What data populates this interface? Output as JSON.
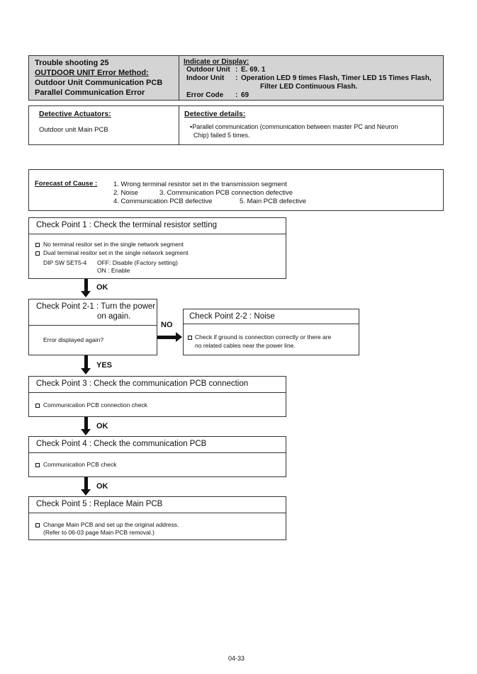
{
  "header": {
    "line1": "Trouble shooting  25",
    "line2": "OUTDOOR UNIT Error Method:",
    "line3": "Outdoor Unit Communication PCB",
    "line4": "Parallel Communication Error",
    "indicate_title": "Indicate or Display:",
    "outdoor_label": "Outdoor Unit",
    "outdoor_sep": ":",
    "outdoor_value": "E. 69. 1",
    "indoor_label": "Indoor Unit",
    "indoor_sep": ":",
    "indoor_value1": "Operation LED 9 times Flash, Timer LED 15 Times Flash,",
    "indoor_value2": "Filter LED Continuous Flash.",
    "error_label": "Error Code",
    "error_sep": ":",
    "error_value": "69"
  },
  "detective": {
    "actuators_title": "Detective Actuators:",
    "actuators_value": "Outdoor unit Main PCB",
    "details_title": "Detective details:",
    "details_line1": "▪Parallel communication (communication between master PC and Neuron",
    "details_line2": "Chip) failed 5 times."
  },
  "forecast": {
    "title": "Forecast of Cause :",
    "line1": "1. Wrong terminal resistor set in the transmission segment",
    "line2a": "2. Noise",
    "line2b": "3. Communication PCB connection defective",
    "line3a": "4. Communication PCB defective",
    "line3b": "5. Main PCB defective"
  },
  "cp1": {
    "title": "Check Point 1 : Check the terminal resistor setting",
    "item1": "No terminal resitor set in the single network segment",
    "item2": "Dual terminal resitor set in the single network segment",
    "dip_label": "DIP SW SET5-4",
    "dip_off": "OFF: Disable (Factory setting)",
    "dip_on": "ON  : Enable"
  },
  "arrows": {
    "ok1": "OK",
    "no": "NO",
    "yes": "YES",
    "ok2": "OK",
    "ok3": "OK"
  },
  "cp21": {
    "title1": "Check Point 2-1 : Turn the power",
    "title2": "on again.",
    "body": "Error displayed again?"
  },
  "cp22": {
    "title": "Check Point 2-2 : Noise",
    "line1": "Check if ground is connection correctly or there are",
    "line2": "no related cables near the power line."
  },
  "cp3": {
    "title": "Check Point 3 : Check the communication PCB connection",
    "item1": "Communication PCB connection check"
  },
  "cp4": {
    "title": "Check Point 4 : Check the communication PCB",
    "item1": "Communication PCB check"
  },
  "cp5": {
    "title": "Check Point 5 : Replace Main PCB",
    "item1": "Change Main PCB and set up the original address.",
    "item2": "(Refer to 06-03 page Main PCB removal.)"
  },
  "footer": {
    "page": "04-33"
  }
}
